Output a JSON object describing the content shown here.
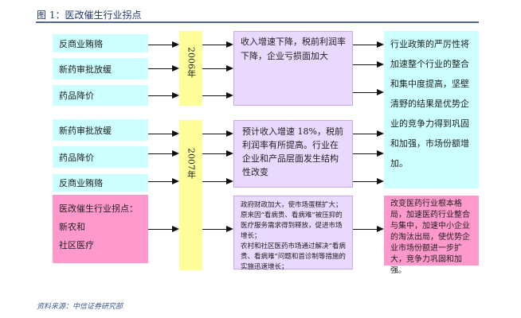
{
  "title": "图 1：医改催生行业拐点",
  "source": "资料来源：中信证券研究部",
  "colors": {
    "left": "#ccffff",
    "year": "#ffff99",
    "mid": "#ead9ff",
    "pink": "#ff99cc"
  },
  "group2006": {
    "year": "2006年",
    "factors": [
      "反商业贿赂",
      "新药审批放缓",
      "药品降价"
    ],
    "effect": "收入增速下降，税前利润率下降，企业亏损面加大"
  },
  "group2007": {
    "year": "2007年",
    "factors": [
      "新药审批放缓",
      "药品降价",
      "反商业贿赂"
    ],
    "catalyst": [
      "医改催生行业拐点：",
      "新农和",
      "社区医疗"
    ],
    "effect": "预计收入增速 18%，税前利润率有所提高。行业在企业和产品层面发生结构性改变",
    "catalyst_effect": [
      "政府财政加大，使市场蛋糕扩大；原来因“看病贵、看病难”被压抑的医疗服务需求得到释放，促进市场增长；",
      "农村和社区医药市场通过解决“看病贵、看病难”问题和首诊制等措施的实施迅速增长；"
    ]
  },
  "outcome1": "行业政策的严厉性将加速整个行业的整合和集中度提高，坚壁清野的结果是优势企业的竞争力得到巩固和加强，市场份额增加。",
  "outcome2": "改变医药行业根本格局，加速医药行业整合与集中，加速中小企业的淘汰出局，使优势企业市场份额进一步扩大，竞争力巩固和加强。"
}
